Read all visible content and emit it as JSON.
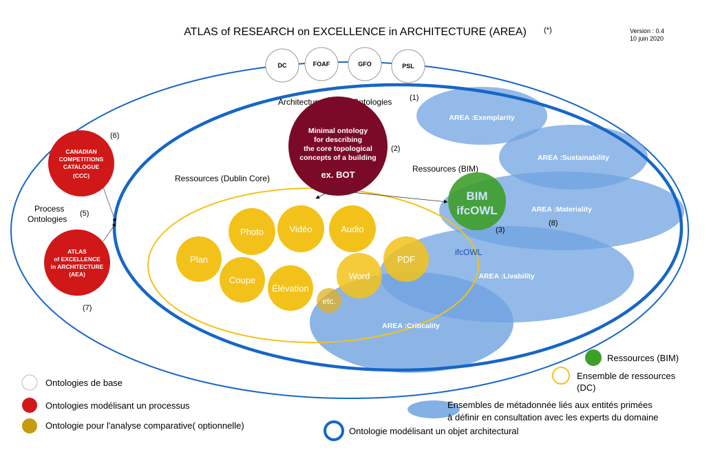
{
  "title": "ATLAS of RESEARCH on EXCELLENCE in ARCHITECTURE (AREA)",
  "title_note": "(*)",
  "version": "Version : 0.4",
  "date": "10 juin 2020",
  "base_ontologies": [
    "DC",
    "FOAF",
    "GFO",
    "PSL"
  ],
  "labels": {
    "architectural_object_ontologies": "Architectural Object Ontologies",
    "ressources_dc": "Ressources (Dublin Core)",
    "ressources_bim": "Ressources (BIM)",
    "process_ontologies_1": "Process",
    "process_ontologies_2": "Ontologies",
    "ifcowl": "ifcOWL"
  },
  "numbers": {
    "n1": "(1)",
    "n2": "(2)",
    "n3": "(3)",
    "n5": "(5)",
    "n6": "(6)",
    "n7": "(7)",
    "n8": "(8)"
  },
  "ccc": [
    "CANADIAN",
    "COMPETITIONS",
    "CATALOGUE",
    "(CCC)"
  ],
  "aea": [
    "ATLAS",
    "of EXCELLENCE",
    "in ARCHITECTURE",
    "(AEA)"
  ],
  "bot": [
    "Minimal ontology",
    "for describing",
    "the core topological",
    "concepts of a building"
  ],
  "bot_example": "ex. BOT",
  "bim": [
    "BIM",
    "ifcOWL"
  ],
  "dc_resources": [
    "Photo",
    "Vidéo",
    "Audio",
    "Plan",
    "Coupe",
    "Élévation",
    "Word",
    "PDF",
    "etc."
  ],
  "area_sets": [
    "AREA :Exemplarity",
    "AREA :Sustainability",
    "AREA :Materiality",
    "AREA :Livability",
    "AREA :Criticality"
  ],
  "legend": {
    "base": "Ontologies de base",
    "process": "Ontologies modélisant un processus",
    "comparative": "Ontologie pour l'analyse comparative( optionnelle)",
    "arch_object": "Ontologie modélisant un objet architectural",
    "bim": "Ressources (BIM)",
    "dc_set_1": "Ensemble de ressources",
    "dc_set_2": "(DC)",
    "metadata_1": "Ensembles de métadonnée liés aux entités primées",
    "metadata_2": "à définir en consultation avec les experts du domaine"
  },
  "colors": {
    "outer_blue": "#1666c6",
    "ellipse_blue": "#6fa3e0",
    "red": "#d01818",
    "dark_red": "#7a0a28",
    "yellow": "#f3c21a",
    "bim_green": "#3e9e2a",
    "gold": "#c79a12"
  }
}
